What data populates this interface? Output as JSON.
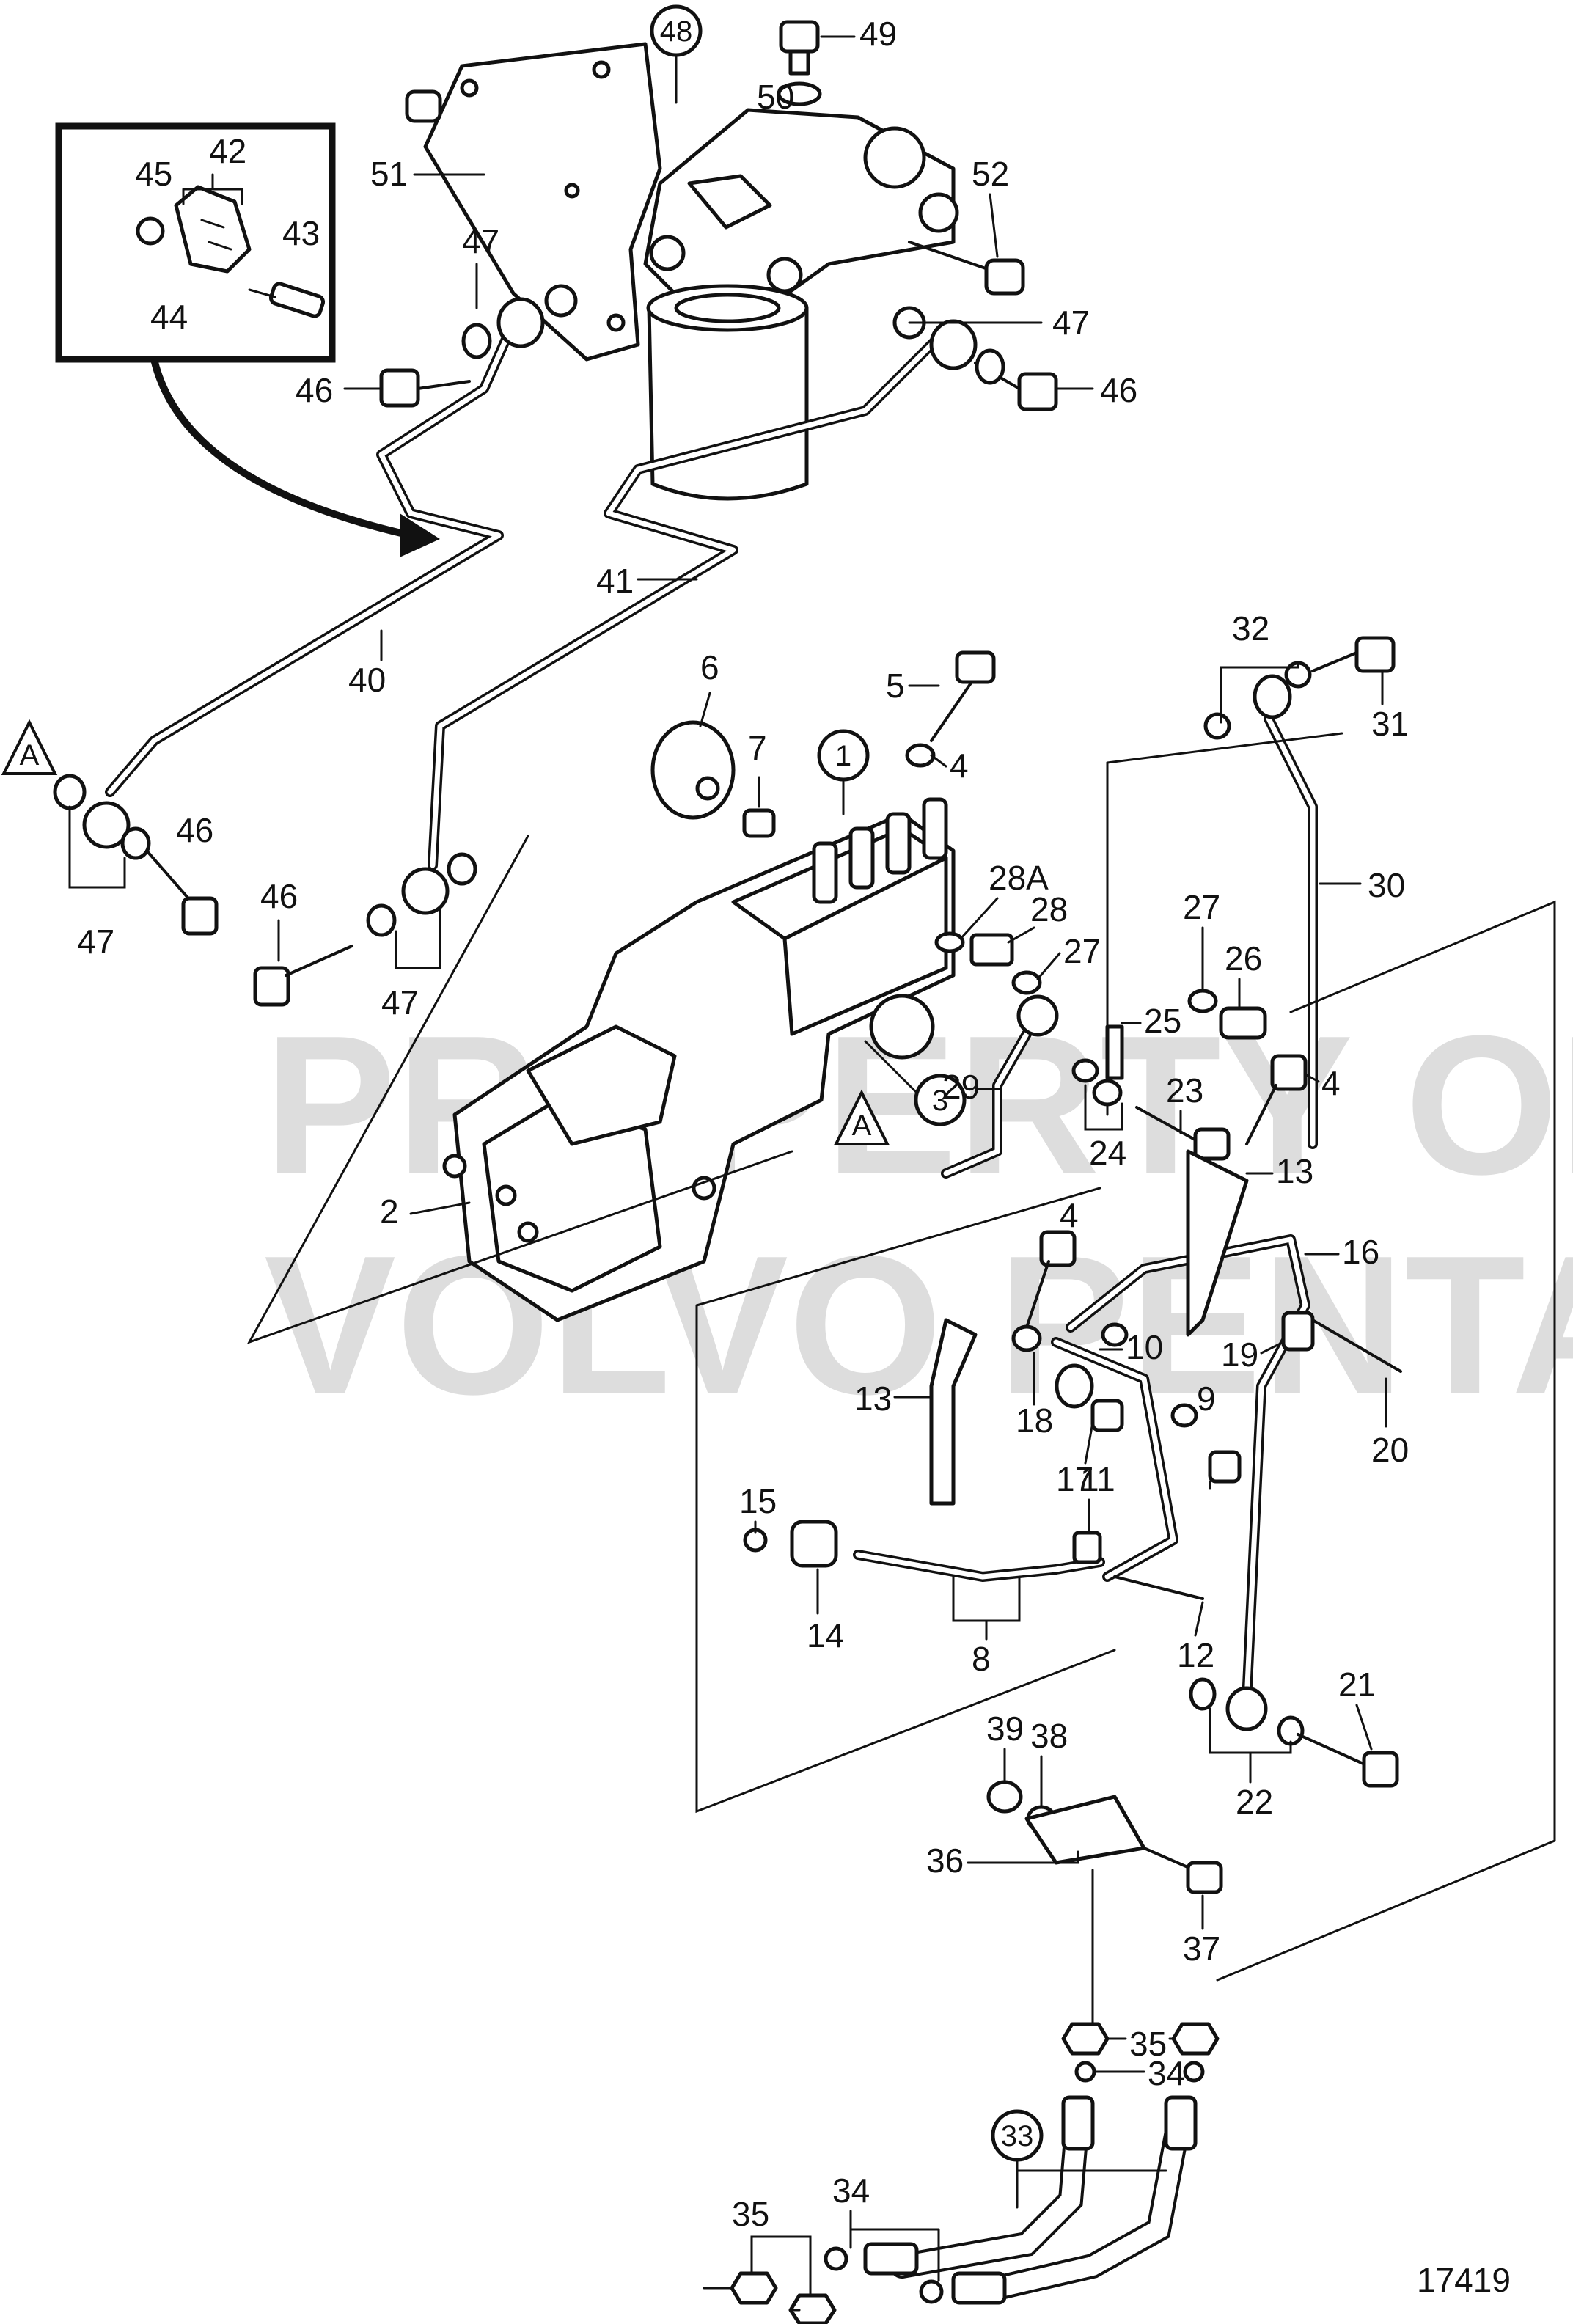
{
  "drawing_number": "17419",
  "watermark": {
    "line1": "PROPERTY OF",
    "line2": "VOLVO PENTA"
  },
  "detail_view": {
    "labels": [
      "45",
      "42",
      "43",
      "44"
    ]
  },
  "circled_labels": [
    "48",
    "1",
    "3",
    "33"
  ],
  "triangle_marker": "A",
  "labels": {
    "l2": "2",
    "l4a": "4",
    "l4b": "4",
    "l4c": "4",
    "l5": "5",
    "l6": "6",
    "l7": "7",
    "l8": "8",
    "l9": "9",
    "l10": "10",
    "l11": "11",
    "l12": "12",
    "l13a": "13",
    "l13b": "13",
    "l14": "14",
    "l15": "15",
    "l16": "16",
    "l17": "17",
    "l18": "18",
    "l19": "19",
    "l20": "20",
    "l21": "21",
    "l22": "22",
    "l23": "23",
    "l24": "24",
    "l25": "25",
    "l26": "26",
    "l27a": "27",
    "l27b": "27",
    "l28": "28",
    "l28a": "28A",
    "l29": "29",
    "l30": "30",
    "l31": "31",
    "l32": "32",
    "l34a": "34",
    "l34b": "34",
    "l35a": "35",
    "l35b": "35",
    "l36": "36",
    "l37": "37",
    "l38": "38",
    "l39": "39",
    "l40": "40",
    "l41": "41",
    "l46a": "46",
    "l46b": "46",
    "l46c": "46",
    "l46d": "46",
    "l47a": "47",
    "l47b": "47",
    "l47c": "47",
    "l47d": "47",
    "l49": "49",
    "l50": "50",
    "l51": "51",
    "l52": "52"
  }
}
